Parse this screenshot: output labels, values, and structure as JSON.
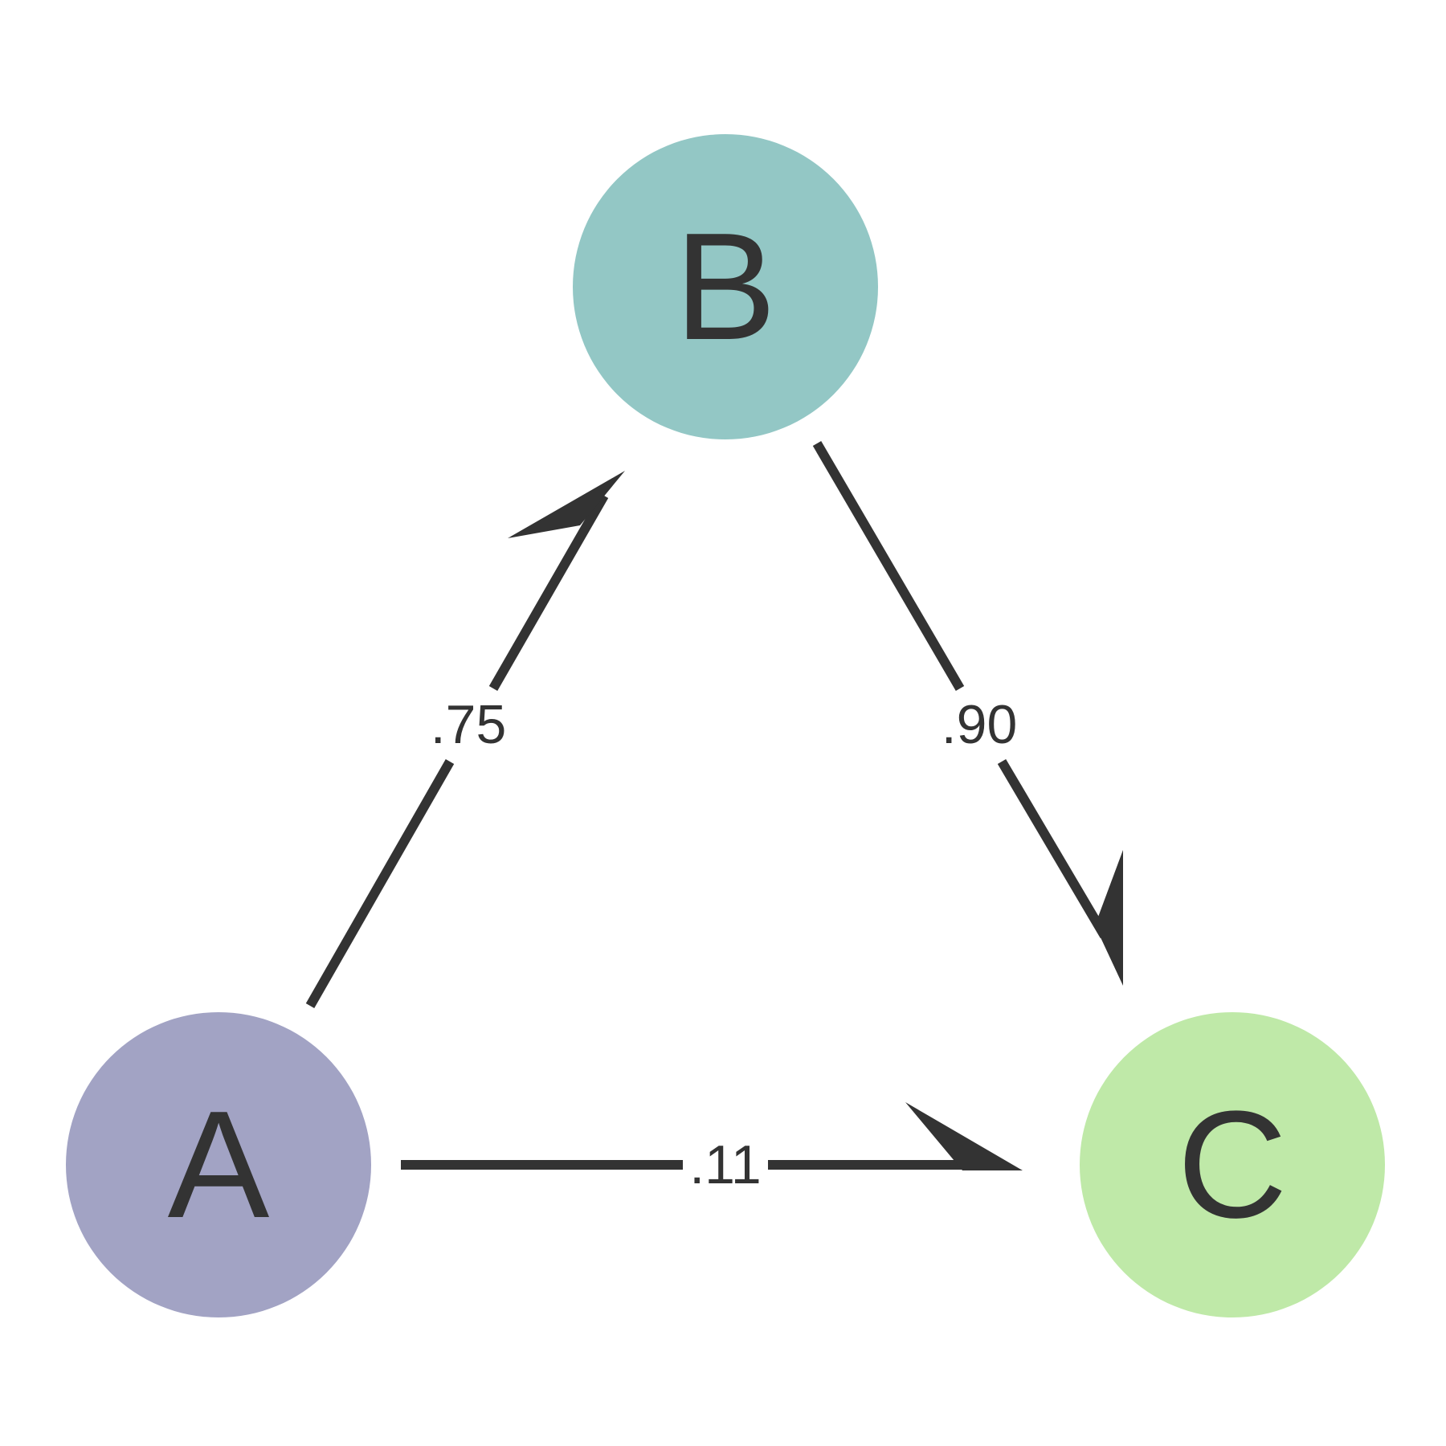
{
  "nodes": [
    {
      "id": "A",
      "label": "A",
      "color": "#a2a3c4"
    },
    {
      "id": "B",
      "label": "B",
      "color": "#93c7c5"
    },
    {
      "id": "C",
      "label": "C",
      "color": "#bfe9a8"
    }
  ],
  "edges": [
    {
      "from": "A",
      "to": "B",
      "label": ".75"
    },
    {
      "from": "B",
      "to": "C",
      "label": ".90"
    },
    {
      "from": "A",
      "to": "C",
      "label": ".11"
    }
  ],
  "colors": {
    "edge": "#333333",
    "text": "#333333",
    "background": "#ffffff"
  }
}
